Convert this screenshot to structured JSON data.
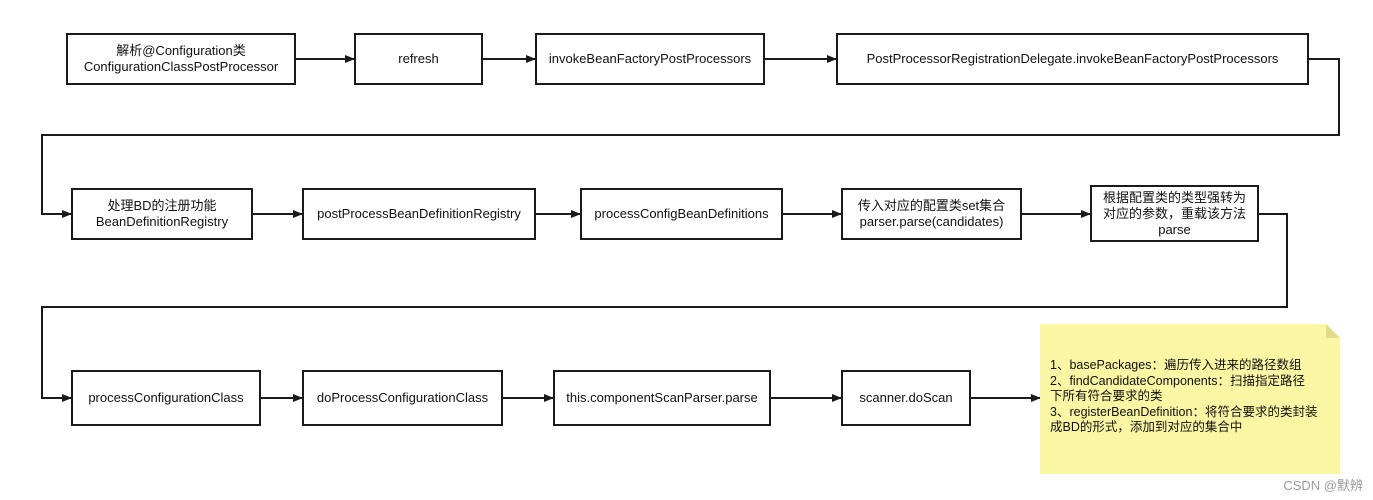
{
  "nodes": {
    "n1": [
      "解析@Configuration类",
      "ConfigurationClassPostProcessor"
    ],
    "n2": [
      "refresh"
    ],
    "n3": [
      "invokeBeanFactoryPostProcessors"
    ],
    "n4": [
      "PostProcessorRegistrationDelegate.invokeBeanFactoryPostProcessors"
    ],
    "n5": [
      "处理BD的注册功能",
      "BeanDefinitionRegistry"
    ],
    "n6": [
      "postProcessBeanDefinitionRegistry"
    ],
    "n7": [
      "processConfigBeanDefinitions"
    ],
    "n8": [
      "传入对应的配置类set集合",
      "parser.parse(candidates)"
    ],
    "n9": [
      "根据配置类的类型强转为",
      "对应的参数，重载该方法",
      "parse"
    ],
    "n10": [
      "processConfigurationClass"
    ],
    "n11": [
      "doProcessConfigurationClass"
    ],
    "n12": [
      "this.componentScanParser.parse"
    ],
    "n13": [
      "scanner.doScan"
    ]
  },
  "note": [
    "1、basePackages：遍历传入进来的路径数组",
    "2、findCandidateComponents：扫描指定路径",
    "下所有符合要求的类",
    "3、registerBeanDefinition：将符合要求的类封装",
    "成BD的形式，添加到对应的集合中"
  ],
  "colors": {
    "stroke": "#1a1a1a",
    "note_bg": "#fbf6a3"
  },
  "watermark": "CSDN @默辨"
}
